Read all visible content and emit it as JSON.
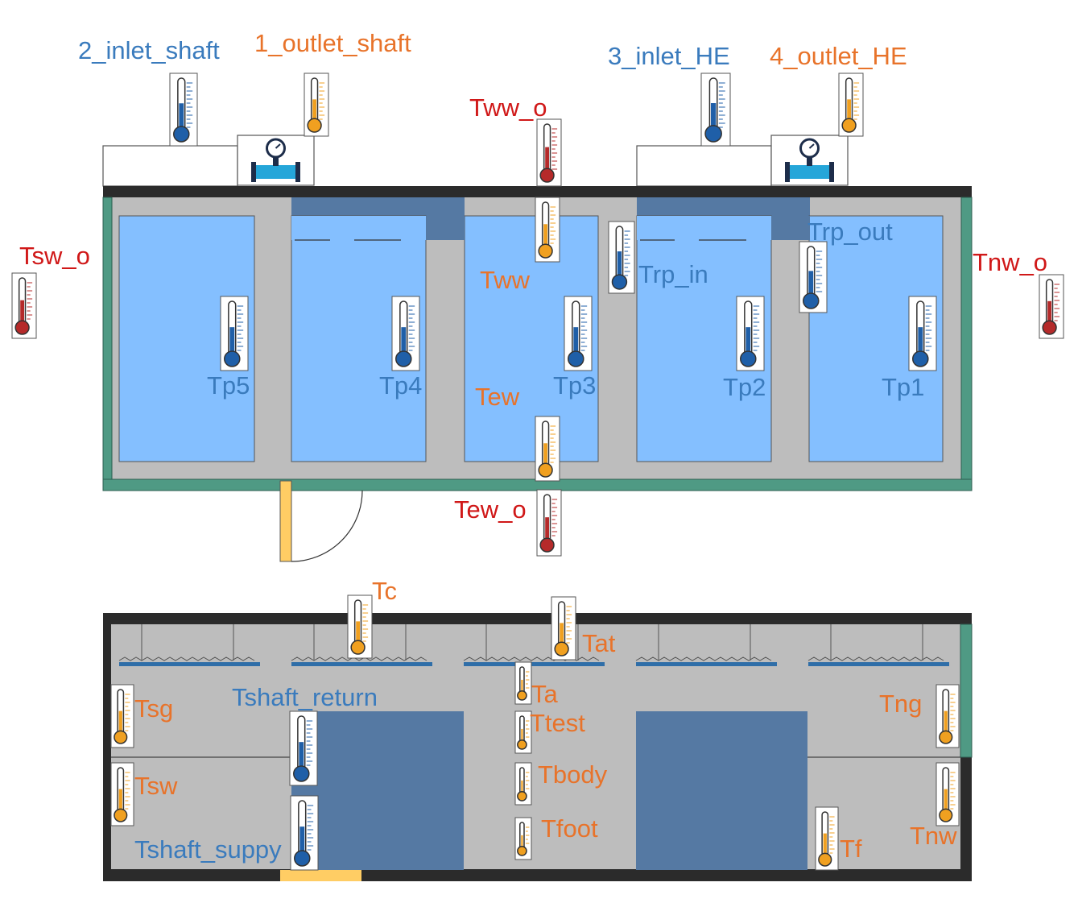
{
  "colors": {
    "wall": "#2b2b2b",
    "wall_green": "#4f9a84",
    "floor": "#bdbdbd",
    "room": "#84bfff",
    "duct": "#5579a3",
    "door": "#ffcd64",
    "label_blue": "#3a7bbd",
    "label_orange": "#e8732a",
    "label_red": "#d01818",
    "therm_blue": "#1f5fa8",
    "therm_orange": "#f0a020",
    "therm_red": "#b52a2a"
  },
  "top_plan": {
    "pipe_sensors": [
      {
        "id": "inlet_shaft",
        "text": "2_inlet_shaft",
        "kind": "blue"
      },
      {
        "id": "outlet_shaft",
        "text": "1_outlet_shaft",
        "kind": "orange"
      },
      {
        "id": "inlet_he",
        "text": "3_inlet_HE",
        "kind": "blue"
      },
      {
        "id": "outlet_he",
        "text": "4_outlet_HE",
        "kind": "orange"
      }
    ],
    "wall_sensors": [
      {
        "id": "tww-o",
        "text": "Tww_o",
        "kind": "red"
      },
      {
        "id": "tsw-o",
        "text": "Tsw_o",
        "kind": "red"
      },
      {
        "id": "tnw-o",
        "text": "Tnw_o",
        "kind": "red"
      },
      {
        "id": "tew-o",
        "text": "Tew_o",
        "kind": "red"
      }
    ],
    "inner_sensors": [
      {
        "id": "tww",
        "text": "Tww",
        "kind": "orange"
      },
      {
        "id": "tew",
        "text": "Tew",
        "kind": "orange"
      },
      {
        "id": "trp-in",
        "text": "Trp_in",
        "kind": "blue"
      },
      {
        "id": "trp-out",
        "text": "Trp_out",
        "kind": "blue"
      }
    ],
    "panels": [
      {
        "id": "tp5",
        "text": "Tp5"
      },
      {
        "id": "tp4",
        "text": "Tp4"
      },
      {
        "id": "tp3",
        "text": "Tp3"
      },
      {
        "id": "tp2",
        "text": "Tp2"
      },
      {
        "id": "tp1",
        "text": "Tp1"
      }
    ]
  },
  "bottom_plan": {
    "sensors": [
      {
        "id": "tc",
        "text": "Tc",
        "kind": "orange"
      },
      {
        "id": "tat",
        "text": "Tat",
        "kind": "orange"
      },
      {
        "id": "ta",
        "text": "Ta",
        "kind": "orange"
      },
      {
        "id": "ttest",
        "text": "Ttest",
        "kind": "orange"
      },
      {
        "id": "tbody",
        "text": "Tbody",
        "kind": "orange"
      },
      {
        "id": "tfoot",
        "text": "Tfoot",
        "kind": "orange"
      },
      {
        "id": "tsg",
        "text": "Tsg",
        "kind": "orange"
      },
      {
        "id": "tsw",
        "text": "Tsw",
        "kind": "orange"
      },
      {
        "id": "tng",
        "text": "Tng",
        "kind": "orange"
      },
      {
        "id": "tnw",
        "text": "Tnw",
        "kind": "orange"
      },
      {
        "id": "tf",
        "text": "Tf",
        "kind": "orange"
      },
      {
        "id": "tshaft-return",
        "text": "Tshaft_return",
        "kind": "blue"
      },
      {
        "id": "tshaft-suppy",
        "text": "Tshaft_suppy",
        "kind": "blue"
      }
    ]
  }
}
